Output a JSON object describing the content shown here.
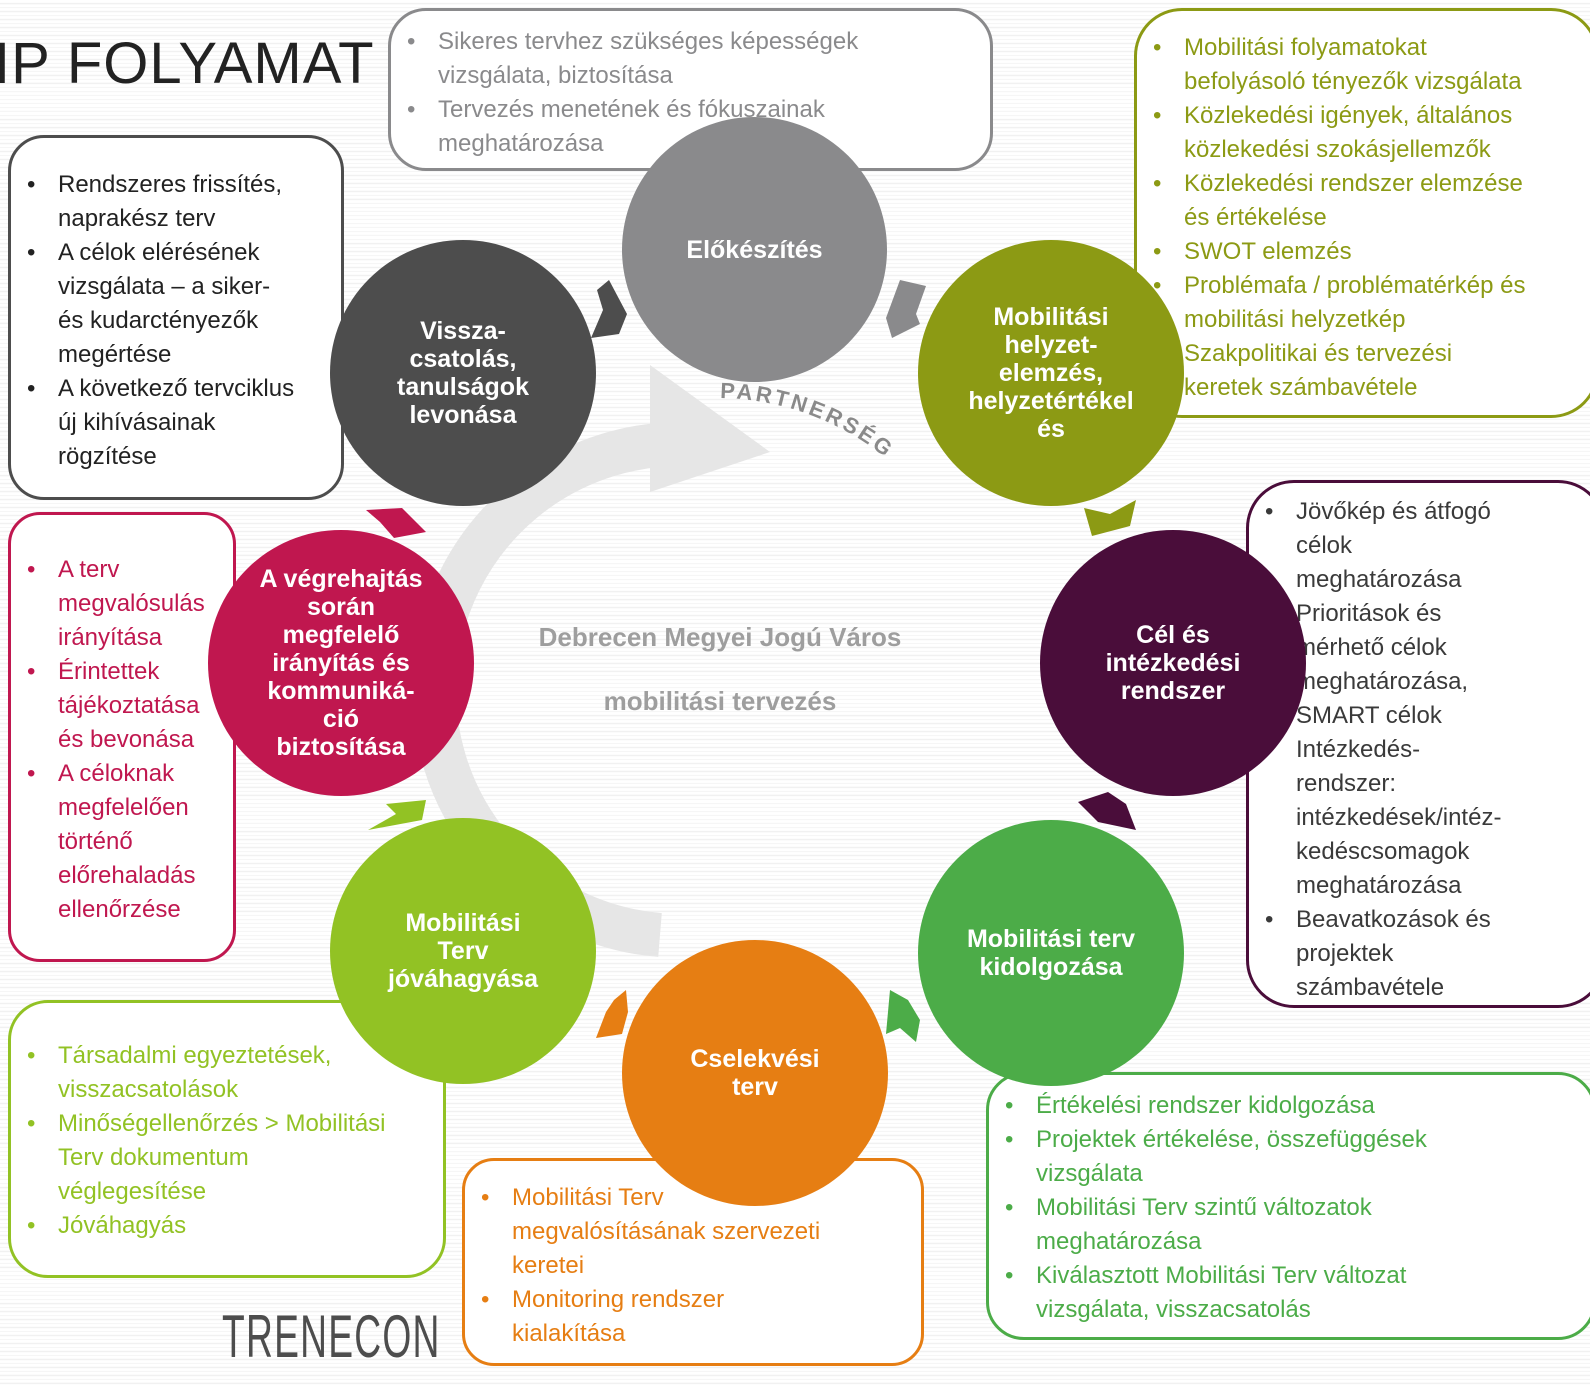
{
  "title": "IP FOLYAMAT",
  "center": {
    "line1": "Debrecen Megyei Jogú Város",
    "line2": "mobilitási tervezés",
    "ring_label": "PARTNERSÉG"
  },
  "colors": {
    "gray": "#8a8a8c",
    "olive": "#8c9a14",
    "purple": "#4a0d3a",
    "green": "#4cac48",
    "orange": "#e67e13",
    "lime": "#92c224",
    "magenta": "#c0174f",
    "dark": "#4d4d4d"
  },
  "stages": [
    {
      "key": "elokeszites",
      "lines": [
        "Előkészítés"
      ]
    },
    {
      "key": "helyzetelemzes",
      "lines": [
        "Mobilitási",
        "helyzet-",
        "elemzés,",
        "helyzetértékel",
        "és"
      ]
    },
    {
      "key": "cel",
      "lines": [
        "Cél és",
        "intézkedési",
        "rendszer"
      ]
    },
    {
      "key": "terv",
      "lines": [
        "Mobilitási terv",
        "kidolgozása"
      ]
    },
    {
      "key": "cselekvesi",
      "lines": [
        "Cselekvési",
        "terv"
      ]
    },
    {
      "key": "jovahagyas",
      "lines": [
        "Mobilitási",
        "Terv",
        "jóváhagyása"
      ]
    },
    {
      "key": "vegrehajtas",
      "lines": [
        "A végrehajtás",
        "során",
        "megfelelő",
        "irányítás és",
        "kommuniká-",
        "ció",
        "biztosítása"
      ]
    },
    {
      "key": "visszacsatolas",
      "lines": [
        "Vissza-",
        "csatolás,",
        "tanulságok",
        "levonása"
      ]
    }
  ],
  "boxes": {
    "top": [
      {
        "bullet": true,
        "text": "Sikeres tervhez szükséges képességek"
      },
      {
        "bullet": false,
        "text": "vizsgálata, biztosítása"
      },
      {
        "bullet": true,
        "text": "Tervezés menetének és fókuszainak"
      },
      {
        "bullet": false,
        "text": "meghatározása"
      }
    ],
    "top_right": [
      {
        "bullet": true,
        "text": "Mobilitási folyamatokat"
      },
      {
        "bullet": false,
        "text": "befolyásoló tényezők vizsgálata"
      },
      {
        "bullet": true,
        "text": "Közlekedési igények, általános"
      },
      {
        "bullet": false,
        "text": "közlekedési szokásjellemzők"
      },
      {
        "bullet": true,
        "text": "Közlekedési rendszer elemzése"
      },
      {
        "bullet": false,
        "text": "és értékelése"
      },
      {
        "bullet": true,
        "text": "SWOT elemzés"
      },
      {
        "bullet": true,
        "text": "Problémafa / problématérkép és"
      },
      {
        "bullet": false,
        "text": "mobilitási helyzetkép"
      },
      {
        "bullet": false,
        "text": "Szakpolitikai és tervezési"
      },
      {
        "bullet": false,
        "text": "keretek számbavétele"
      }
    ],
    "right": [
      {
        "bullet": true,
        "text": "Jövőkép és átfogó"
      },
      {
        "bullet": false,
        "text": "célok"
      },
      {
        "bullet": false,
        "text": "meghatározása"
      },
      {
        "bullet": false,
        "text": "Prioritások és"
      },
      {
        "bullet": false,
        "text": "mérhető célok"
      },
      {
        "bullet": false,
        "text": "meghatározása,"
      },
      {
        "bullet": false,
        "text": "SMART célok"
      },
      {
        "bullet": true,
        "text": "Intézkedés-"
      },
      {
        "bullet": false,
        "text": "rendszer:"
      },
      {
        "bullet": false,
        "text": "intézkedések/intéz-"
      },
      {
        "bullet": false,
        "text": "kedéscsomagok"
      },
      {
        "bullet": false,
        "text": "meghatározása"
      },
      {
        "bullet": true,
        "text": "Beavatkozások és"
      },
      {
        "bullet": false,
        "text": "projektek"
      },
      {
        "bullet": false,
        "text": "számbavétele"
      }
    ],
    "bottom_right": [
      {
        "bullet": true,
        "text": "Értékelési rendszer kidolgozása"
      },
      {
        "bullet": true,
        "text": "Projektek értékelése, összefüggések"
      },
      {
        "bullet": false,
        "text": "vizsgálata"
      },
      {
        "bullet": true,
        "text": "Mobilitási Terv szintű változatok"
      },
      {
        "bullet": false,
        "text": "meghatározása"
      },
      {
        "bullet": true,
        "text": "Kiválasztott Mobilitási Terv változat"
      },
      {
        "bullet": false,
        "text": "vizsgálata, visszacsatolás"
      }
    ],
    "bottom_center": [
      {
        "bullet": true,
        "text": "Mobilitási Terv"
      },
      {
        "bullet": false,
        "text": "megvalósításának szervezeti"
      },
      {
        "bullet": false,
        "text": "keretei"
      },
      {
        "bullet": true,
        "text": "Monitoring rendszer"
      },
      {
        "bullet": false,
        "text": "kialakítása"
      }
    ],
    "bottom_left": [
      {
        "bullet": true,
        "text": "Társadalmi egyeztetések,"
      },
      {
        "bullet": false,
        "text": "visszacsatolások"
      },
      {
        "bullet": true,
        "text": "Minőségellenőrzés > Mobilitási"
      },
      {
        "bullet": false,
        "text": "Terv dokumentum"
      },
      {
        "bullet": false,
        "text": "véglegesítése"
      },
      {
        "bullet": true,
        "text": "Jóváhagyás"
      }
    ],
    "left": [
      {
        "bullet": true,
        "text": "A terv"
      },
      {
        "bullet": false,
        "text": "megvalósulás"
      },
      {
        "bullet": false,
        "text": "irányítása"
      },
      {
        "bullet": true,
        "text": "Érintettek"
      },
      {
        "bullet": false,
        "text": "tájékoztatása"
      },
      {
        "bullet": false,
        "text": "és bevonása"
      },
      {
        "bullet": true,
        "text": "A céloknak"
      },
      {
        "bullet": false,
        "text": "megfelelően"
      },
      {
        "bullet": false,
        "text": "történő"
      },
      {
        "bullet": false,
        "text": "előrehaladás"
      },
      {
        "bullet": false,
        "text": "ellenőrzése"
      }
    ],
    "top_left": [
      {
        "bullet": true,
        "text": "Rendszeres frissítés,"
      },
      {
        "bullet": false,
        "text": "naprakész terv"
      },
      {
        "bullet": true,
        "text": "A célok elérésének"
      },
      {
        "bullet": false,
        "text": "vizsgálata – a siker-"
      },
      {
        "bullet": false,
        "text": "és kudarctényezők"
      },
      {
        "bullet": false,
        "text": "megértése"
      },
      {
        "bullet": true,
        "text": "A következő tervciklus"
      },
      {
        "bullet": false,
        "text": "új kihívásainak"
      },
      {
        "bullet": false,
        "text": "rögzítése"
      }
    ]
  },
  "logo": {
    "text": "TRENECON",
    "icon": "star-icon"
  }
}
